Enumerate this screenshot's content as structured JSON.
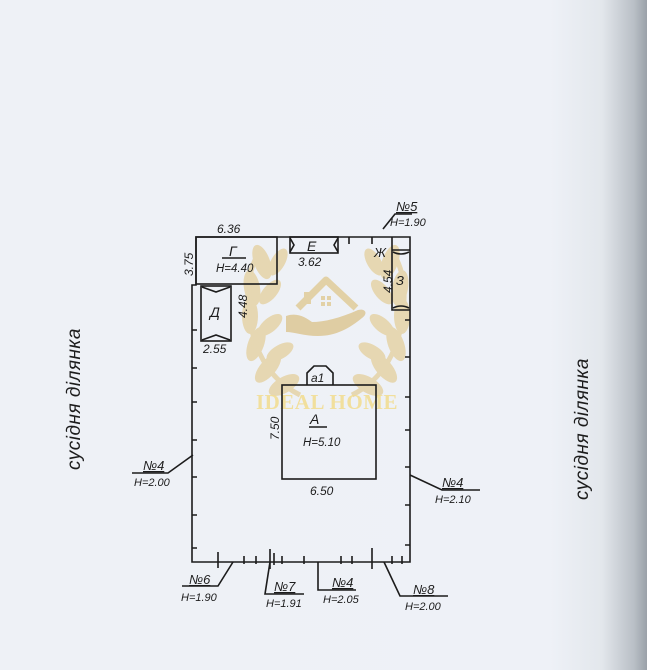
{
  "drawing": {
    "type": "site plan",
    "neighbor_left": "сусідня  ділянка",
    "neighbor_right": "сусідня  ділянка",
    "watermark_text": "IDEAL HOME",
    "colors": {
      "paper": "#eef1f6",
      "ink": "#1c1c1c",
      "watermark_gold": "#e8cf88"
    }
  },
  "buildings": {
    "G": {
      "letter": "Г",
      "height": "H=4.40",
      "width_dim": "6.36",
      "depth_dim": "3.75"
    },
    "E": {
      "letter": "Е",
      "width_dim": "3.62"
    },
    "Zh": {
      "letter": "Ж"
    },
    "Z": {
      "letter": "З",
      "depth_dim": "4.54"
    },
    "D": {
      "letter": "Д",
      "depth_dim": "4.48",
      "width_dim": "2.55"
    },
    "A": {
      "letter": "А",
      "height": "H=5.10",
      "width_dim": "6.50",
      "depth_dim": "7.50",
      "porch": "а1"
    }
  },
  "fences": [
    {
      "id": "fence-5",
      "number": "№5",
      "height": "H=1.90"
    },
    {
      "id": "fence-4-left",
      "number": "№4",
      "height": "H=2.00"
    },
    {
      "id": "fence-4-right",
      "number": "№4",
      "height": "H=2.10"
    },
    {
      "id": "fence-6",
      "number": "№6",
      "height": "H=1.90"
    },
    {
      "id": "fence-7",
      "number": "№7",
      "height": "H=1.91"
    },
    {
      "id": "fence-4-bottom",
      "number": "№4",
      "height": "H=2.05"
    },
    {
      "id": "fence-8",
      "number": "№8",
      "height": "H=2.00"
    }
  ]
}
